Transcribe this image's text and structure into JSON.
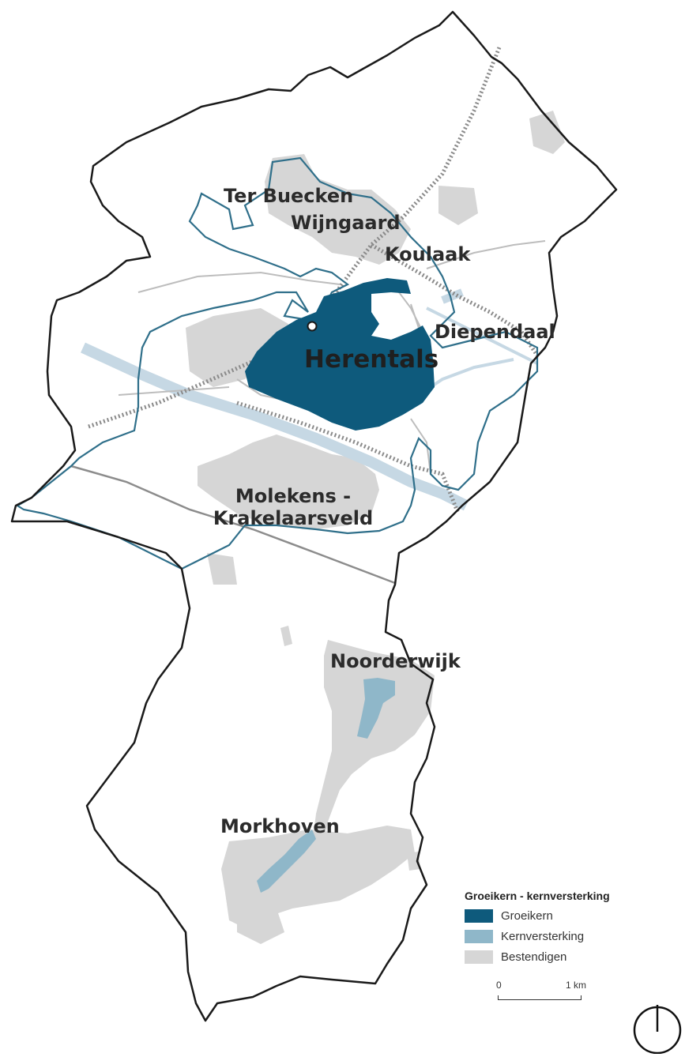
{
  "places": {
    "ter_buecken": "Ter Buecken",
    "wijngaard": "Wijngaard",
    "koulaak": "Koulaak",
    "diependaal": "Diependaal",
    "herentals": "Herentals",
    "molekens_line1": "Molekens -",
    "molekens_line2": "Krakelaarsveld",
    "noorderwijk": "Noorderwijk",
    "morkhoven": "Morkhoven"
  },
  "legend": {
    "title": "Groeikern - kernversterking",
    "items": [
      {
        "label": "Groeikern",
        "color": "#0e5a7c"
      },
      {
        "label": "Kernversterking",
        "color": "#8fb7c9"
      },
      {
        "label": "Bestendigen",
        "color": "#d6d6d6"
      }
    ]
  },
  "scale": {
    "start": "0",
    "end": "1 km"
  },
  "colors": {
    "groeikern": "#0e5a7c",
    "kernversterking": "#8fb7c9",
    "bestendigen": "#d6d6d6",
    "boundary": "#1a1a1a",
    "cluster_outline": "#2f6f8a",
    "water": "#c6d8e4",
    "rail": "#8a8a8a",
    "road": "#b5b5b5"
  },
  "north_arrow_icon": "north-arrow-icon"
}
